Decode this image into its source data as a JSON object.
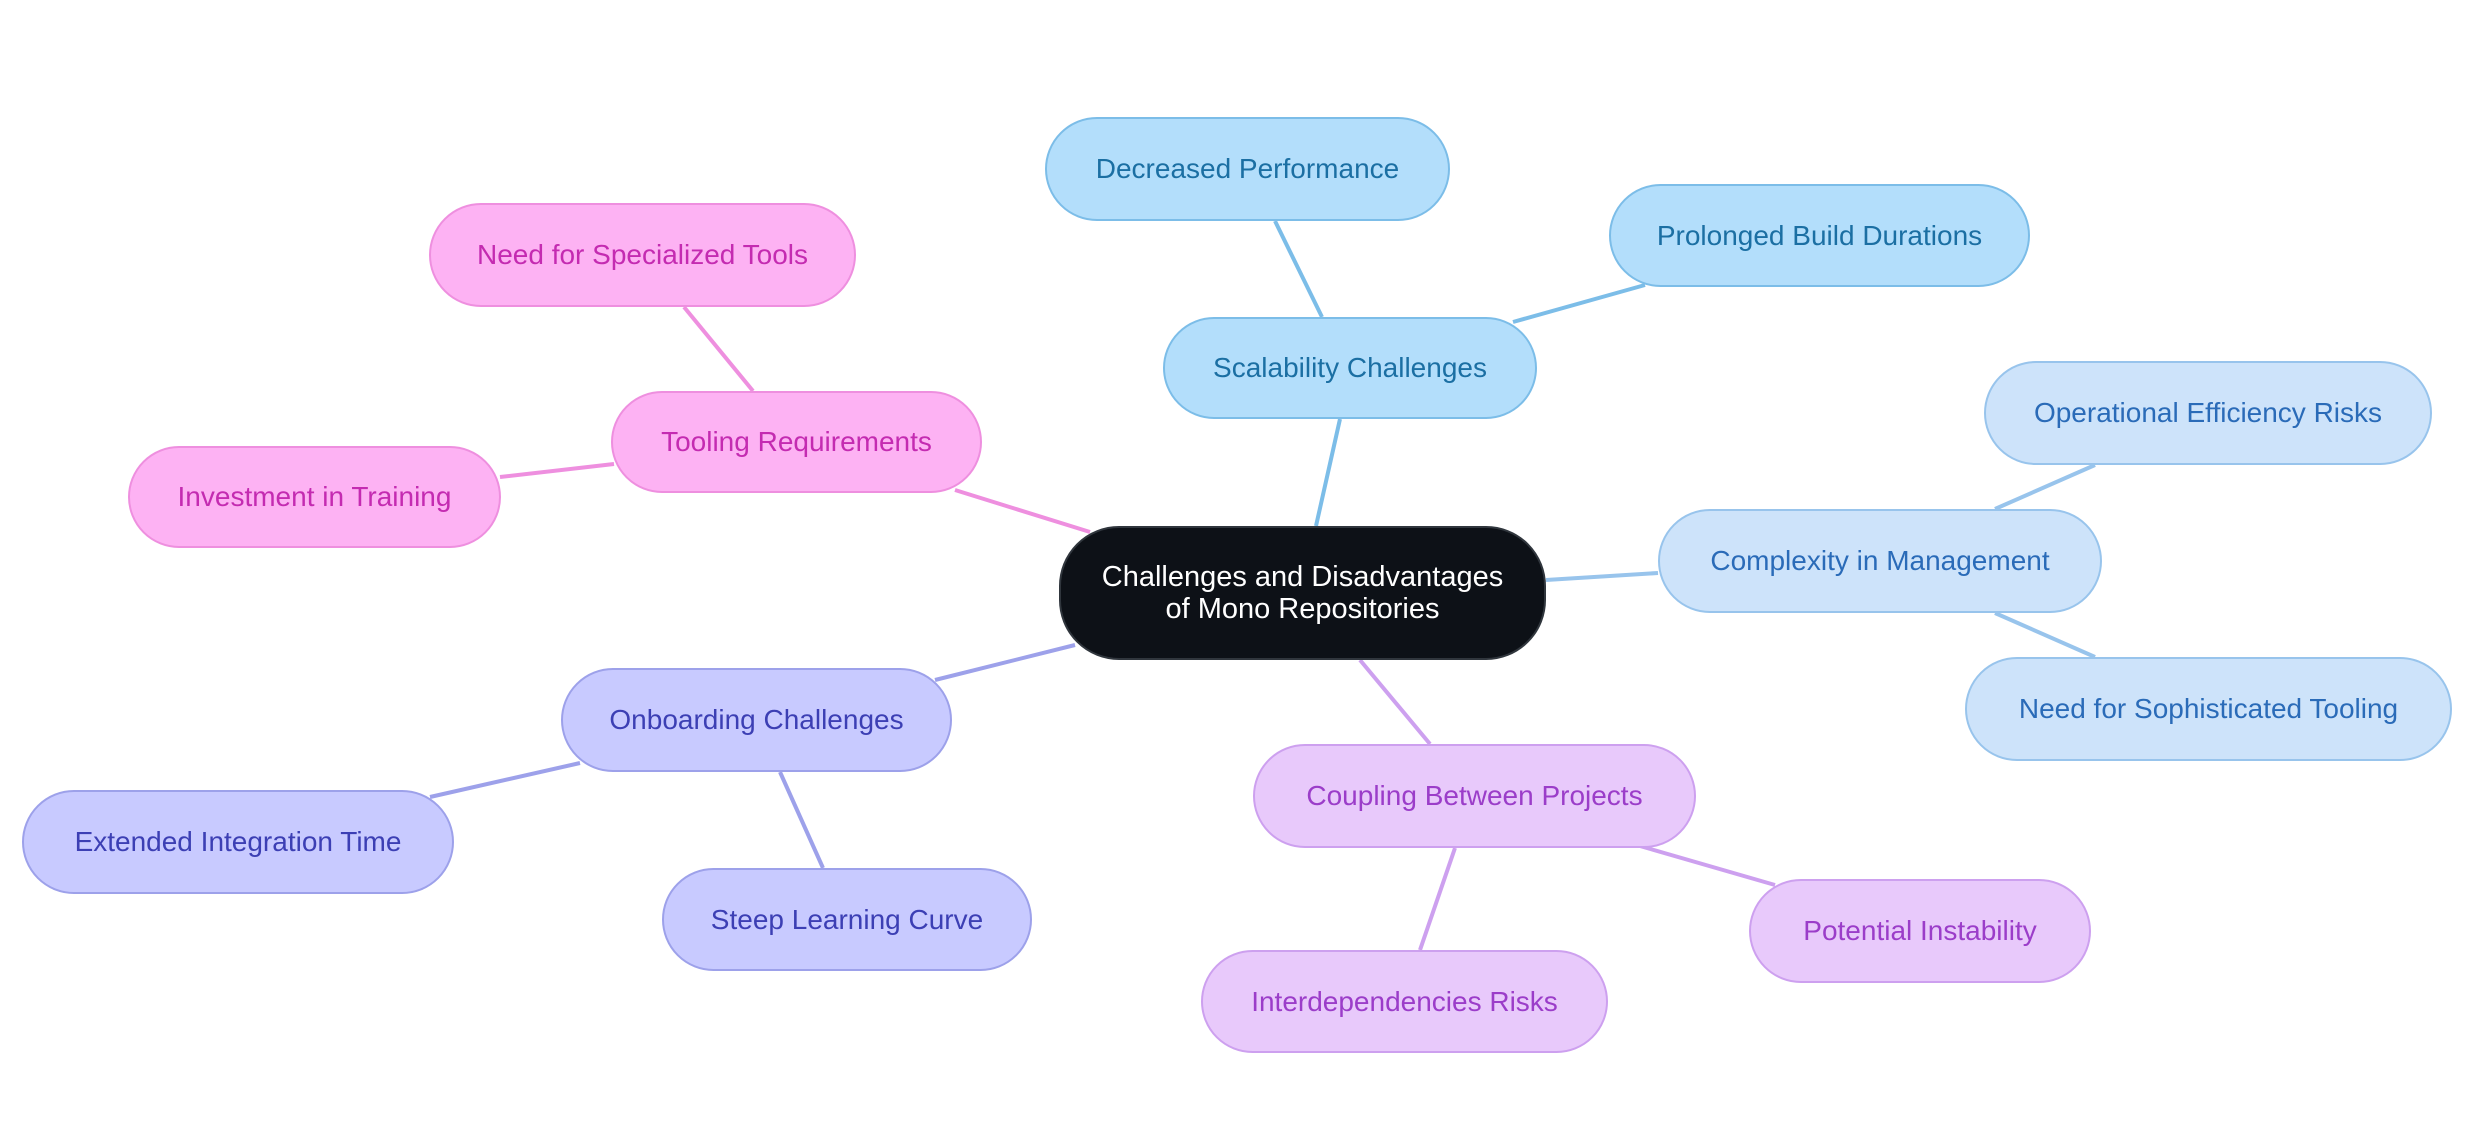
{
  "diagram": {
    "type": "mindmap",
    "root": "Challenges and Disadvantages of Mono Repositories",
    "branches": [
      {
        "label": "Scalability Challenges",
        "children": [
          "Decreased Performance",
          "Prolonged Build Durations"
        ]
      },
      {
        "label": "Complexity in Management",
        "children": [
          "Operational Efficiency Risks",
          "Need for Sophisticated Tooling"
        ]
      },
      {
        "label": "Coupling Between Projects",
        "children": [
          "Potential Instability",
          "Interdependencies Risks"
        ]
      },
      {
        "label": "Onboarding Challenges",
        "children": [
          "Extended Integration Time",
          "Steep Learning Curve"
        ]
      },
      {
        "label": "Tooling Requirements",
        "children": [
          "Need for Specialized Tools",
          "Investment in Training"
        ]
      }
    ]
  },
  "nodes": {
    "root_line1": "Challenges and Disadvantages",
    "root_line2": "of Mono Repositories",
    "scalability": "Scalability Challenges",
    "decreased_performance": "Decreased Performance",
    "prolonged_build": "Prolonged Build Durations",
    "complexity": "Complexity in Management",
    "operational_risks": "Operational Efficiency Risks",
    "sophisticated_tooling": "Need for Sophisticated Tooling",
    "coupling": "Coupling Between Projects",
    "potential_instability": "Potential Instability",
    "interdependencies": "Interdependencies Risks",
    "onboarding": "Onboarding Challenges",
    "extended_integration": "Extended Integration Time",
    "steep_learning": "Steep Learning Curve",
    "tooling": "Tooling Requirements",
    "specialized_tools": "Need for Specialized Tools",
    "investment_training": "Investment in Training"
  },
  "colors": {
    "scalability": "#7cbde8",
    "complexity": "#98c4ec",
    "coupling": "#cda0ef",
    "onboarding": "#9da1ea",
    "tooling": "#ee8fdf"
  }
}
